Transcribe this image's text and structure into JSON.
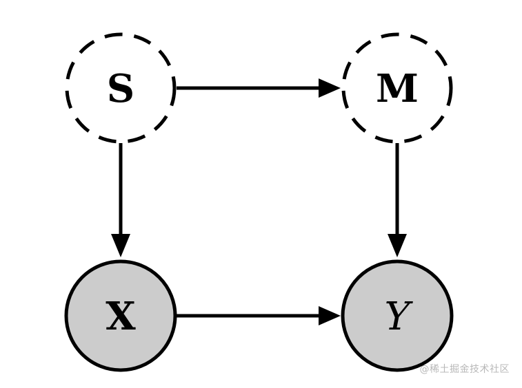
{
  "nodes": {
    "s": {
      "label": "S",
      "style": "dashed",
      "observed": false
    },
    "m": {
      "label": "M",
      "style": "dashed",
      "observed": false
    },
    "x": {
      "label": "X",
      "style": "solid",
      "observed": true
    },
    "y": {
      "label": "Y",
      "style": "solid",
      "observed": true
    }
  },
  "edges": [
    {
      "from": "S",
      "to": "M"
    },
    {
      "from": "S",
      "to": "X"
    },
    {
      "from": "M",
      "to": "Y"
    },
    {
      "from": "X",
      "to": "Y"
    }
  ],
  "watermark": "@稀土掘金技术社区",
  "colors": {
    "stroke": "#000000",
    "observed_fill": "#cccccc",
    "latent_fill": "#ffffff",
    "watermark": "#b8b8b8"
  }
}
